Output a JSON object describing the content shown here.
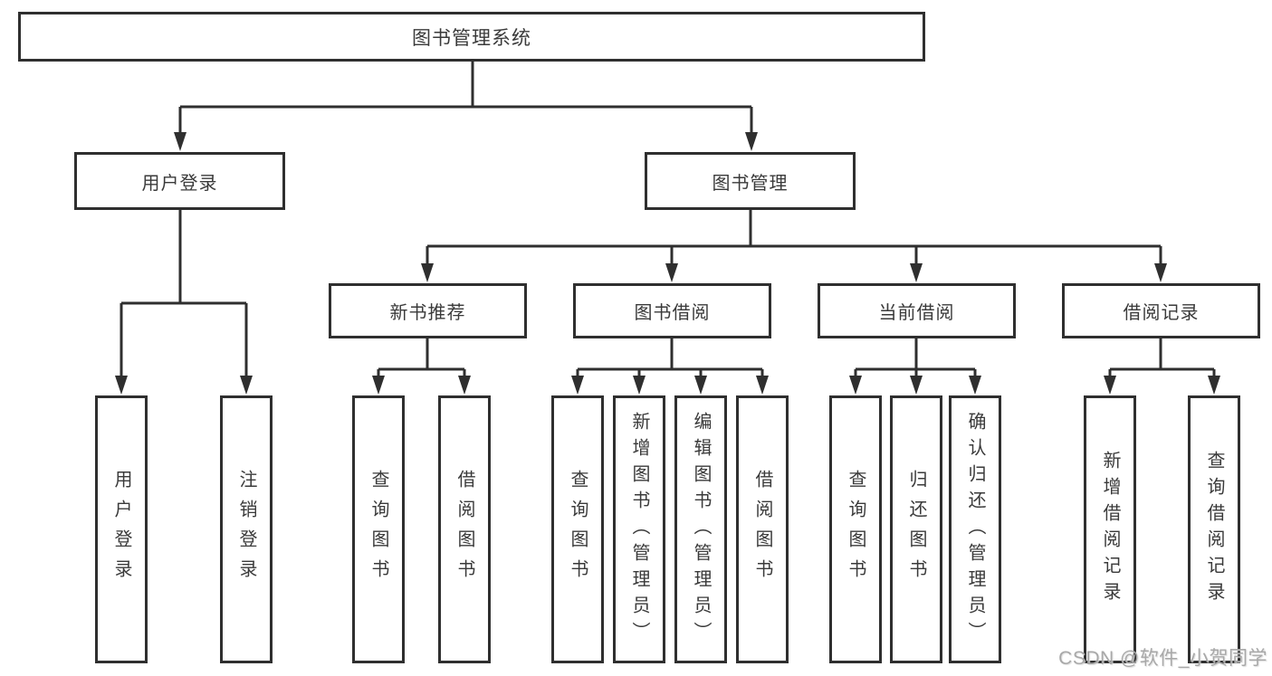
{
  "tree": {
    "root": "图书管理系统",
    "level2": [
      {
        "label": "用户登录",
        "children": [
          "用户登录",
          "注销登录"
        ]
      },
      {
        "label": "图书管理",
        "sections": [
          {
            "label": "新书推荐",
            "children": [
              "查询图书",
              "借阅图书"
            ]
          },
          {
            "label": "图书借阅",
            "children": [
              "查询图书",
              "新增图书（管理员）",
              "编辑图书（管理员）",
              "借阅图书"
            ]
          },
          {
            "label": "当前借阅",
            "children": [
              "查询图书",
              "归还图书",
              "确认归还（管理员）"
            ]
          },
          {
            "label": "借阅记录",
            "children": [
              "新增借阅记录",
              "查询借阅记录"
            ]
          }
        ]
      }
    ]
  },
  "watermark": "CSDN @软件_小贺同学",
  "colors": {
    "line": "#2f2f2f",
    "text": "#3a3a3a",
    "watermark": "#a4a4a4",
    "background": "#ffffff"
  }
}
